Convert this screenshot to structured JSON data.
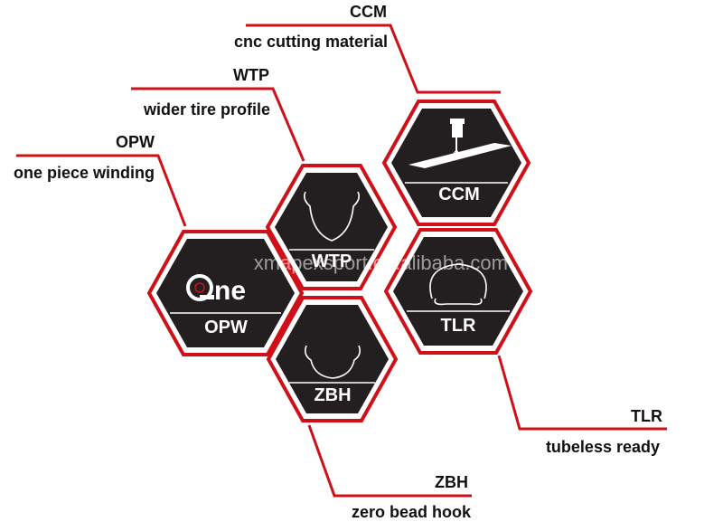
{
  "features": [
    {
      "code": "CCM",
      "label": "CCM",
      "description": "cnc cutting material"
    },
    {
      "code": "WTP",
      "label": "WTP",
      "description": "wider tire profile"
    },
    {
      "code": "OPW",
      "label": "OPW",
      "description": "one piece winding"
    },
    {
      "code": "TLR",
      "label": "TLR",
      "description": "tubeless ready"
    },
    {
      "code": "ZBH",
      "label": "ZBH",
      "description": "zero bead hook"
    }
  ],
  "logo_text": "ne",
  "watermark": "xmapexsport.en.alibaba.com",
  "colors": {
    "accent": "#d01018",
    "hex_fill": "#231f20",
    "text": "#111111"
  }
}
